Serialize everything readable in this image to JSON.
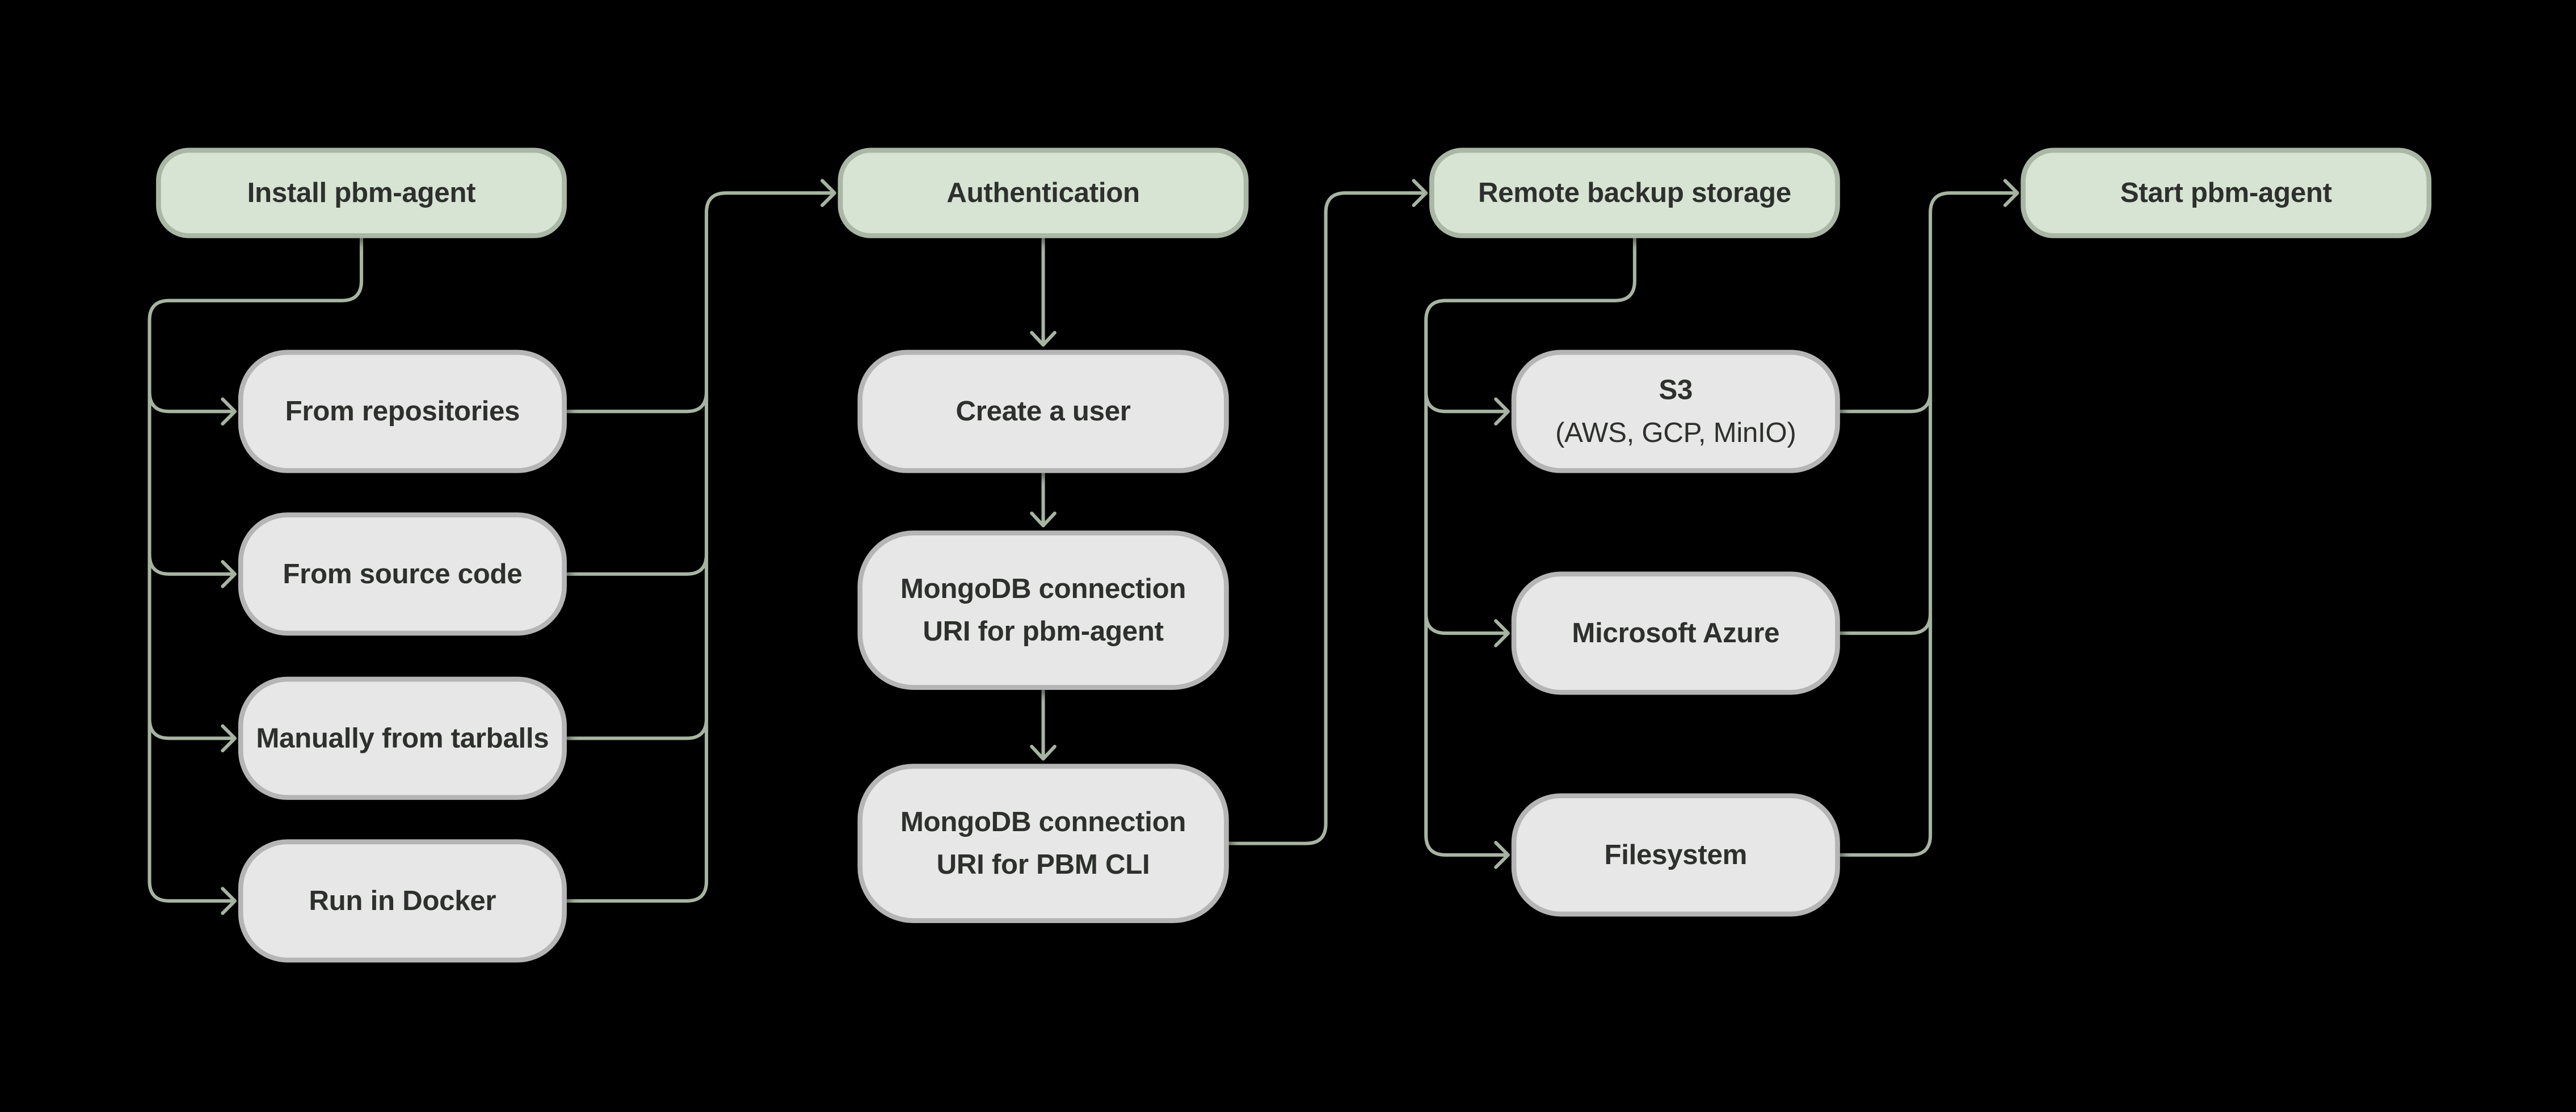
{
  "theme": {
    "background": "#000000",
    "stage-fill": "#d7e3d3",
    "stage-border": "#a9b7a4",
    "step-fill": "#e7e7e7",
    "step-border": "#b5b5b5",
    "line": "#a7b4a2",
    "text": "#2d302c"
  },
  "nodes": {
    "install": {
      "label": "Install pbm-agent"
    },
    "auth": {
      "label": "Authentication"
    },
    "remote": {
      "label": "Remote backup storage"
    },
    "start": {
      "label": "Start pbm-agent"
    },
    "repos": {
      "label": "From repositories"
    },
    "source": {
      "label": "From source code"
    },
    "tarballs": {
      "label": "Manually from tarballs"
    },
    "docker": {
      "label": "Run in Docker"
    },
    "create_user": {
      "label": "Create a user"
    },
    "uri_agent": {
      "label": "MongoDB connection\nURI for pbm-agent"
    },
    "uri_cli": {
      "label": "MongoDB connection\nURI for PBM CLI"
    },
    "s3": {
      "line1": "S3",
      "line2": "(AWS, GCP, MinIO)"
    },
    "azure": {
      "label": "Microsoft Azure"
    },
    "filesystem": {
      "label": "Filesystem"
    }
  },
  "edges": [
    {
      "from": "install",
      "to": "repos"
    },
    {
      "from": "install",
      "to": "source"
    },
    {
      "from": "install",
      "to": "tarballs"
    },
    {
      "from": "install",
      "to": "docker"
    },
    {
      "from": "repos",
      "to": "auth"
    },
    {
      "from": "source",
      "to": "auth"
    },
    {
      "from": "tarballs",
      "to": "auth"
    },
    {
      "from": "docker",
      "to": "auth"
    },
    {
      "from": "auth",
      "to": "create_user"
    },
    {
      "from": "create_user",
      "to": "uri_agent"
    },
    {
      "from": "uri_agent",
      "to": "uri_cli"
    },
    {
      "from": "uri_cli",
      "to": "remote"
    },
    {
      "from": "remote",
      "to": "s3"
    },
    {
      "from": "remote",
      "to": "azure"
    },
    {
      "from": "remote",
      "to": "filesystem"
    },
    {
      "from": "s3",
      "to": "start"
    },
    {
      "from": "azure",
      "to": "start"
    },
    {
      "from": "filesystem",
      "to": "start"
    }
  ]
}
